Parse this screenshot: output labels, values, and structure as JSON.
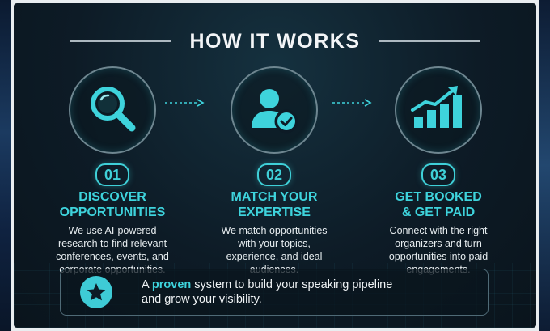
{
  "title": "HOW IT WORKS",
  "steps": [
    {
      "number": "01",
      "heading_line1": "DISCOVER",
      "heading_line2": "OPPORTUNITIES",
      "desc_line1": "We use AI-powered",
      "desc_line2": "research to find relevant",
      "desc_line3": "conferences, events, and",
      "desc_line4": "corporate opportunities.",
      "icon": "magnifying-glass-icon"
    },
    {
      "number": "02",
      "heading_line1": "MATCH YOUR",
      "heading_line2": "EXPERTISE",
      "desc_line1": "We match opportunities",
      "desc_line2": "with your topics,",
      "desc_line3": "experience, and ideal",
      "desc_line4": "audiences.",
      "icon": "user-check-icon"
    },
    {
      "number": "03",
      "heading_line1": "GET BOOKED",
      "heading_line2": "& GET PAID",
      "desc_line1": "Connect with the right",
      "desc_line2": "organizers and turn",
      "desc_line3": "opportunities into paid",
      "desc_line4": "engagements.",
      "icon": "growth-chart-icon"
    }
  ],
  "banner": {
    "pre": "A ",
    "highlight": "proven",
    "post": " system to build your speaking pipeline",
    "line2": "and grow your visibility.",
    "icon": "star-icon"
  },
  "colors": {
    "accent": "#3ed3dc",
    "background": "#0d1b26",
    "text": "#e6ecef"
  }
}
